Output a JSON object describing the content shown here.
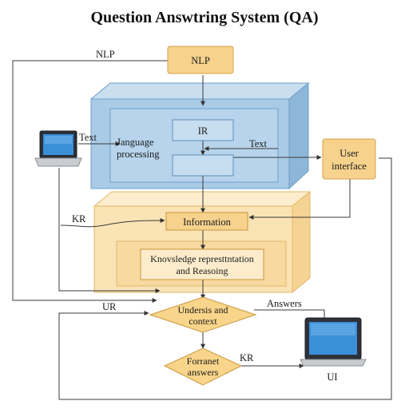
{
  "title": "Question Answtring System (QA)",
  "nodes": {
    "nlp_box": "NLP",
    "language_processing": [
      "Janguage",
      "processing"
    ],
    "ir": "IR",
    "user_interface": [
      "User",
      "interface"
    ],
    "information": "Information",
    "knowledge": [
      "Knovsledge represttntation",
      "and Reasoing"
    ],
    "understand": [
      "Undersis and",
      "context"
    ],
    "format": [
      "Forranet",
      "answers"
    ],
    "ui": "UI"
  },
  "edge_labels": {
    "nlp_left": "NLP",
    "text_laptop": "Text",
    "text_inner": "Text",
    "kr_left": "KR",
    "ur": "UR",
    "answers": "Answers",
    "kr_bottom": "KR"
  },
  "colors": {
    "blue_face": "#a9cbe6",
    "blue_top": "#c9dff0",
    "blue_side": "#8db6d8",
    "yellow_face": "#fae3b5",
    "yellow_top": "#fcedcc",
    "diamond": "#f8d58a",
    "box_orange": "#f6d28d"
  },
  "icons": [
    "laptop-icon",
    "monitor-icon"
  ]
}
